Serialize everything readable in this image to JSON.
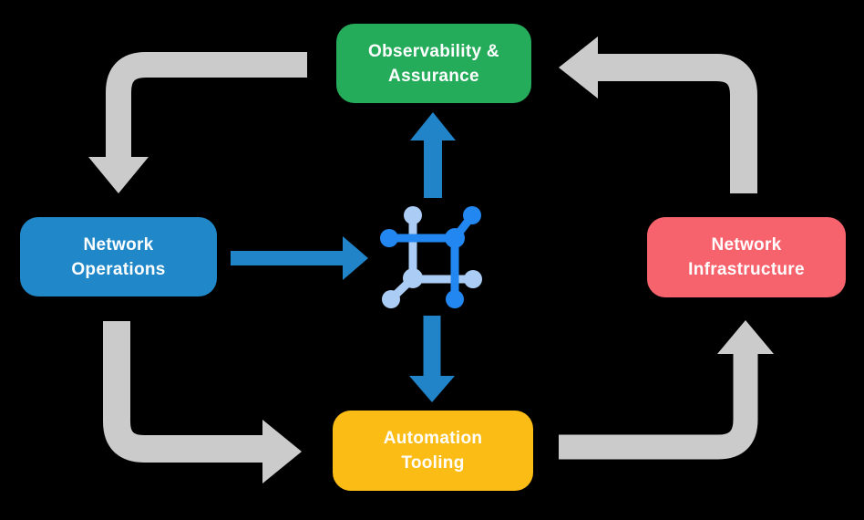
{
  "colors": {
    "background": "#000000",
    "arrow_gray": "#CBCBCB",
    "arrow_blue": "#2183C8",
    "icon_dark_blue": "#2287F0",
    "icon_light_blue": "#ABCDF5",
    "node_text": "#FFFFFF",
    "node_green": "#25AC5B",
    "node_blue": "#2088C9",
    "node_red": "#F7636C",
    "node_yellow": "#FBBC16"
  },
  "nodes": {
    "observability": {
      "label": "Observability &\nAssurance",
      "color": "#25AC5B"
    },
    "operations": {
      "label": "Network\nOperations",
      "color": "#2088C9"
    },
    "infrastructure": {
      "label": "Network\nInfrastructure",
      "color": "#F7636C"
    },
    "automation": {
      "label": "Automation\nTooling",
      "color": "#FBBC16"
    }
  },
  "center_icon": {
    "name": "network-mesh-icon"
  },
  "arrows": [
    {
      "id": "gray-top-left",
      "from": "observability",
      "to": "operations",
      "color": "#CBCBCB"
    },
    {
      "id": "gray-top-right",
      "from": "infrastructure",
      "to": "observability",
      "color": "#CBCBCB"
    },
    {
      "id": "gray-bottom-left",
      "from": "operations",
      "to": "automation",
      "color": "#CBCBCB"
    },
    {
      "id": "gray-bottom-right",
      "from": "automation",
      "to": "infrastructure",
      "color": "#CBCBCB"
    },
    {
      "id": "blue-operations-to-center",
      "from": "operations",
      "to": "center-icon",
      "color": "#2183C8"
    },
    {
      "id": "blue-center-to-observability",
      "from": "center-icon",
      "to": "observability",
      "color": "#2183C8"
    },
    {
      "id": "blue-center-to-automation",
      "from": "center-icon",
      "to": "automation",
      "color": "#2183C8"
    }
  ]
}
